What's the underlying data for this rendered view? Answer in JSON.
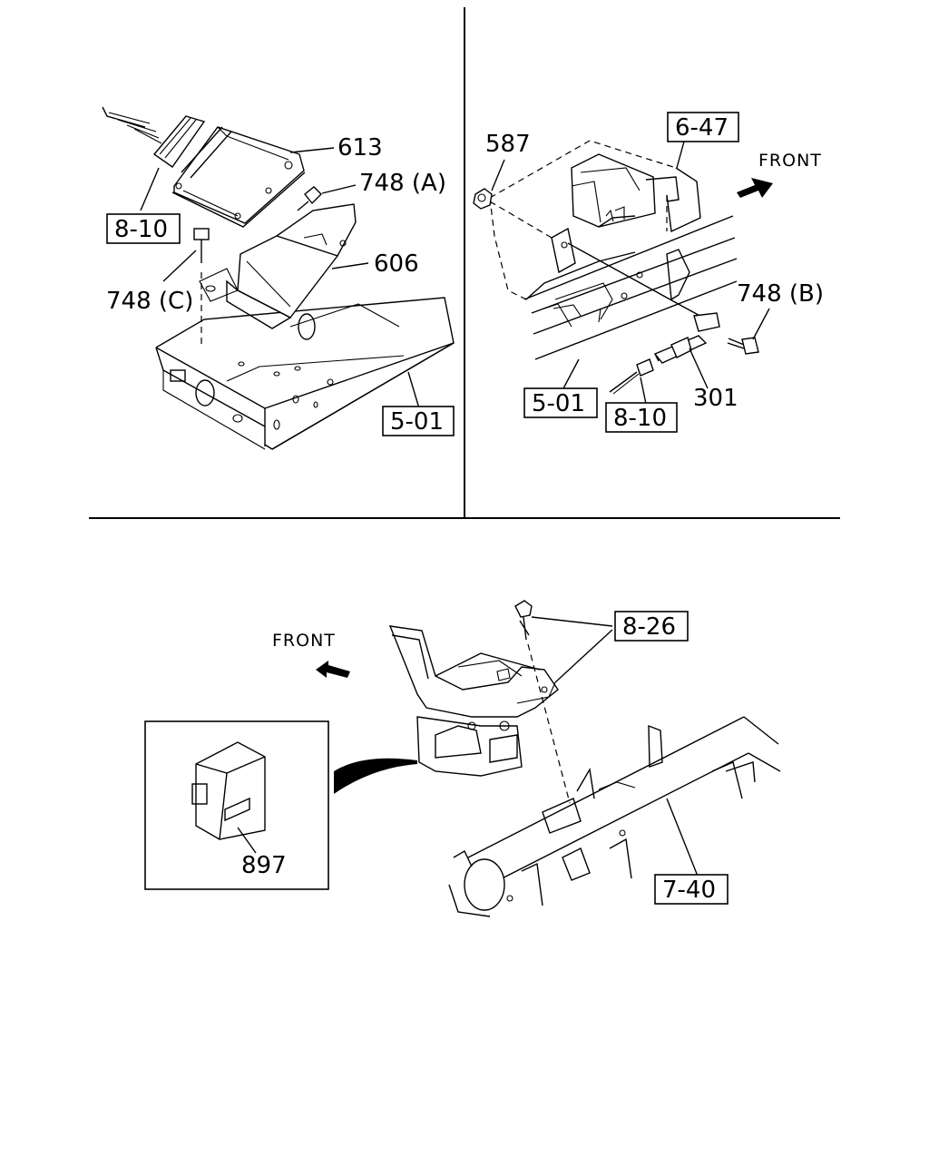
{
  "panels": {
    "top_left": {
      "labels": {
        "ecu": "613",
        "bolt_a": "748 (A)",
        "bracket": "606",
        "bolt_c": "748 (C)",
        "harness_ref": "8-10",
        "frame_ref": "5-01"
      }
    },
    "top_right": {
      "labels": {
        "nut": "587",
        "cab_ref": "6-47",
        "front": "FRONT",
        "bolt_b": "748 (B)",
        "sensor": "301",
        "frame_ref": "5-01",
        "harness_ref": "8-10"
      }
    },
    "bottom": {
      "labels": {
        "front": "FRONT",
        "mount_ref": "8-26",
        "module": "897",
        "crossmember_ref": "7-40"
      }
    }
  }
}
